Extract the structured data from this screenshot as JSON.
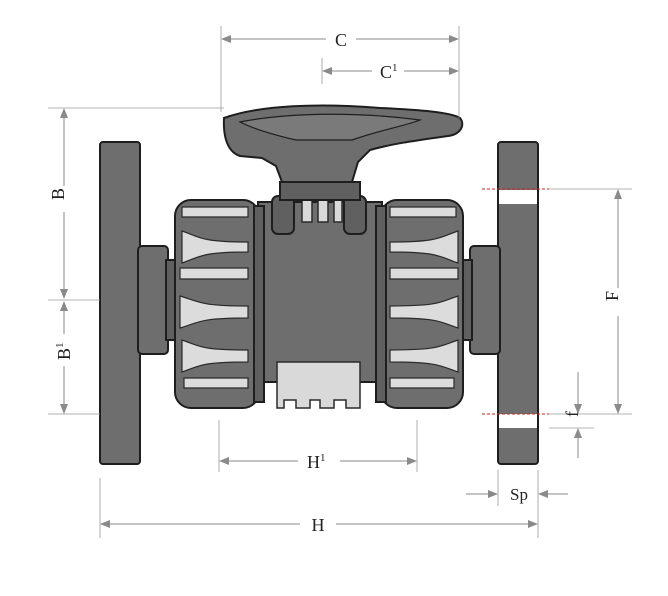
{
  "labels": {
    "C": "C",
    "C1_base": "C",
    "C1_sup": "1",
    "B": "B",
    "B1_base": "B",
    "B1_sup": "1",
    "F": "F",
    "f": "f",
    "H1_base": "H",
    "H1_sup": "1",
    "H": "H",
    "Sp": "Sp"
  },
  "colors": {
    "body": "#6e6e6e",
    "outline": "#1e1e1e",
    "rib": "#dcdcdc",
    "dimension": "#8a8a8a",
    "hole_marker": "#d62020"
  }
}
